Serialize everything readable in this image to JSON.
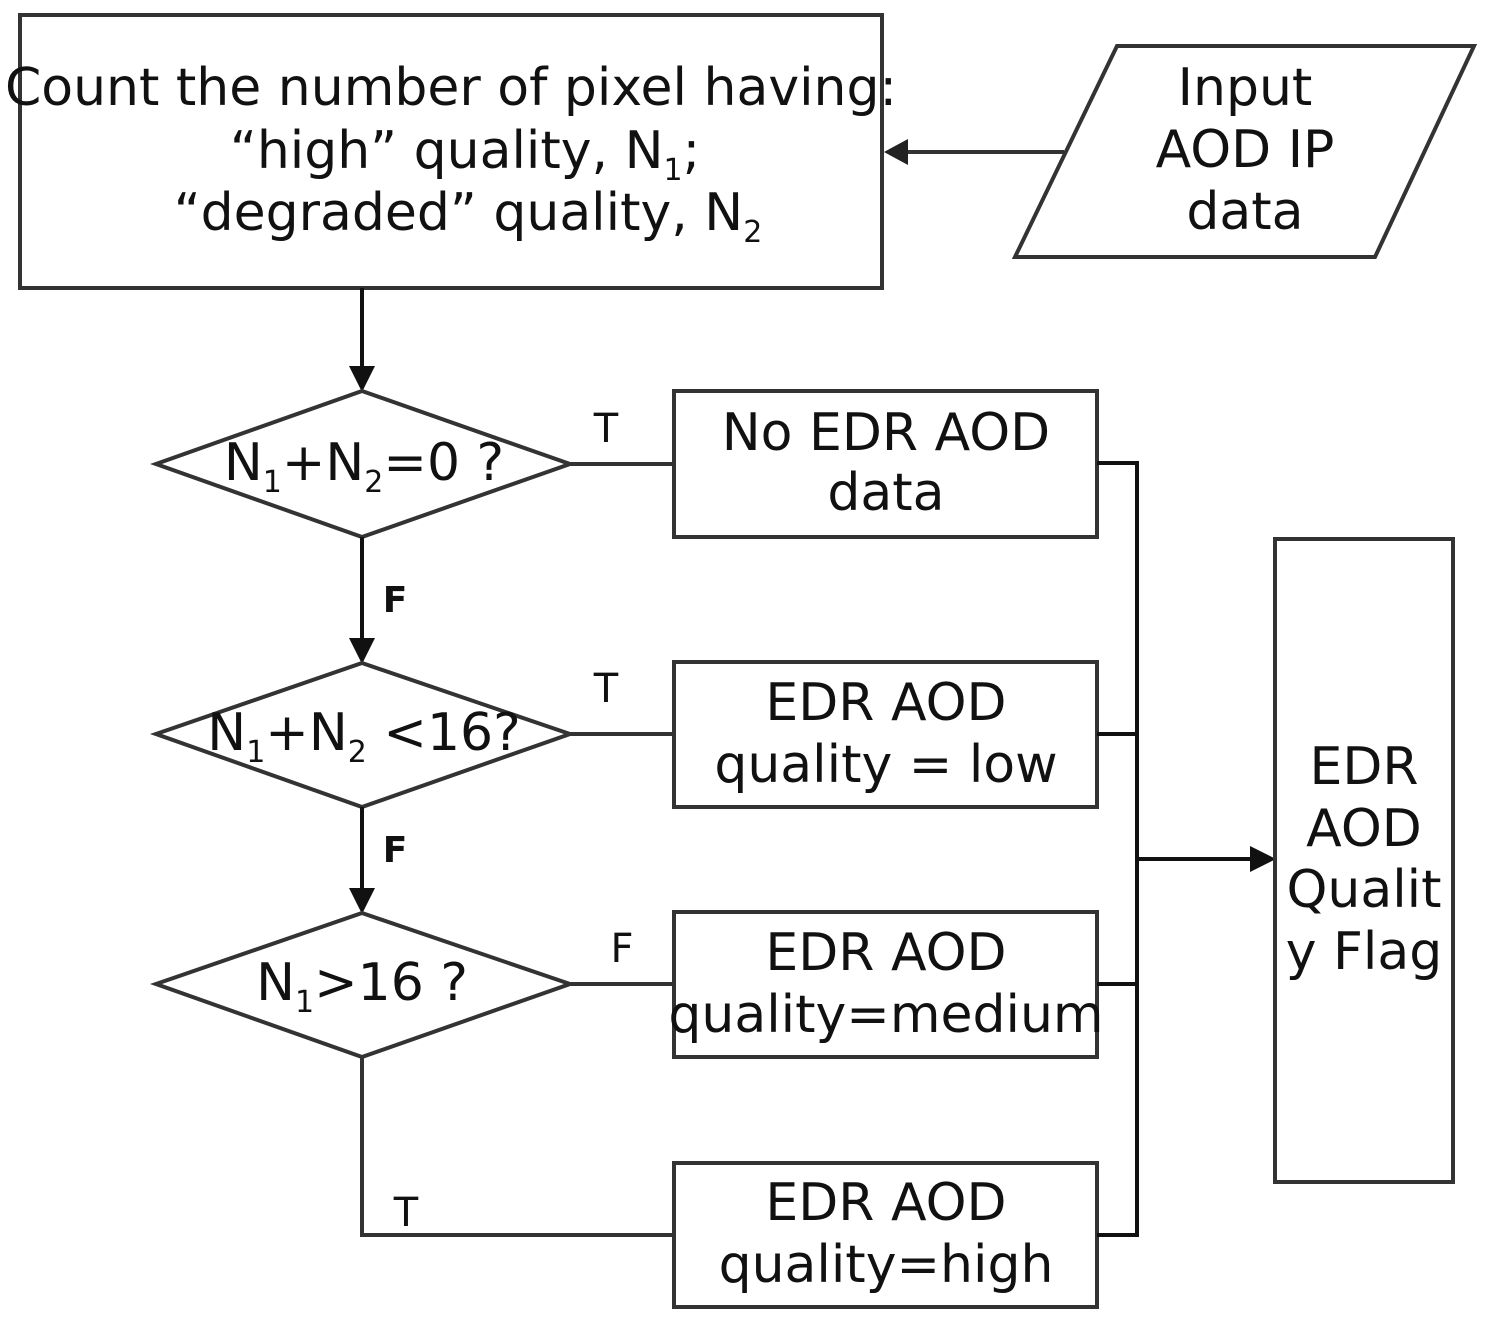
{
  "nodes": {
    "count_box": {
      "line1": "Count the number of pixel having:",
      "line2_pre": "“high”  quality, N",
      "line2_sub": "1",
      "line2_post": ";",
      "line3_pre": "“degraded”  quality, N",
      "line3_sub": "2"
    },
    "input": {
      "line1": "Input",
      "line2": "AOD IP",
      "line3": "data"
    },
    "decision1": {
      "a": "N",
      "a_sub": "1",
      "b": "+N",
      "b_sub": "2",
      "c": "=0 ?"
    },
    "decision2": {
      "a": "N",
      "a_sub": "1",
      "b": "+N",
      "b_sub": "2",
      "c": " <16?"
    },
    "decision3": {
      "a": "N",
      "a_sub": "1",
      "c": ">16 ?"
    },
    "no_data": {
      "line1": "No EDR AOD",
      "line2": "data"
    },
    "low": {
      "line1": "EDR AOD",
      "line2": "quality = low"
    },
    "medium": {
      "line1": "EDR AOD",
      "line2": "quality=medium"
    },
    "high": {
      "line1": "EDR AOD",
      "line2": "quality=high"
    },
    "flag": {
      "line1": "EDR",
      "line2": "AOD",
      "line3": "Qualit",
      "line4": "y Flag"
    }
  },
  "edges": {
    "d1_true": "T",
    "d1_false": "F",
    "d2_true": "T",
    "d2_false": "F",
    "d3_false": "F",
    "d3_true": "T"
  }
}
